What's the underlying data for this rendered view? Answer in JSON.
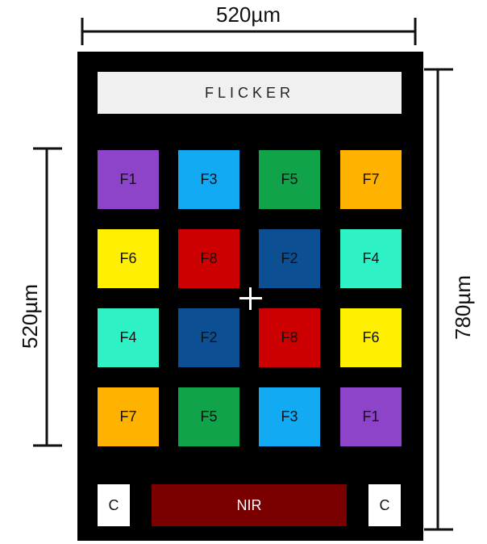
{
  "dimensions": {
    "top_width_label": "520µm",
    "left_height_label": "520µm",
    "right_height_label": "780µm"
  },
  "chip": {
    "flicker_label": "FLICKER",
    "filters": [
      {
        "label": "F1",
        "color": "#8e44c8"
      },
      {
        "label": "F3",
        "color": "#12aaf2"
      },
      {
        "label": "F5",
        "color": "#10a34a"
      },
      {
        "label": "F7",
        "color": "#ffb300"
      },
      {
        "label": "F6",
        "color": "#fff000"
      },
      {
        "label": "F8",
        "color": "#cc0000"
      },
      {
        "label": "F2",
        "color": "#0d4f93"
      },
      {
        "label": "F4",
        "color": "#2ef2c6"
      },
      {
        "label": "F4",
        "color": "#2ef2c6"
      },
      {
        "label": "F2",
        "color": "#0d4f93"
      },
      {
        "label": "F8",
        "color": "#cc0000"
      },
      {
        "label": "F6",
        "color": "#fff000"
      },
      {
        "label": "F7",
        "color": "#ffb300"
      },
      {
        "label": "F5",
        "color": "#10a34a"
      },
      {
        "label": "F3",
        "color": "#12aaf2"
      },
      {
        "label": "F1",
        "color": "#8e44c8"
      }
    ],
    "clear_left_label": "C",
    "clear_right_label": "C",
    "nir_label": "NIR",
    "nir_color": "#7a0000",
    "background_color": "#000000"
  }
}
